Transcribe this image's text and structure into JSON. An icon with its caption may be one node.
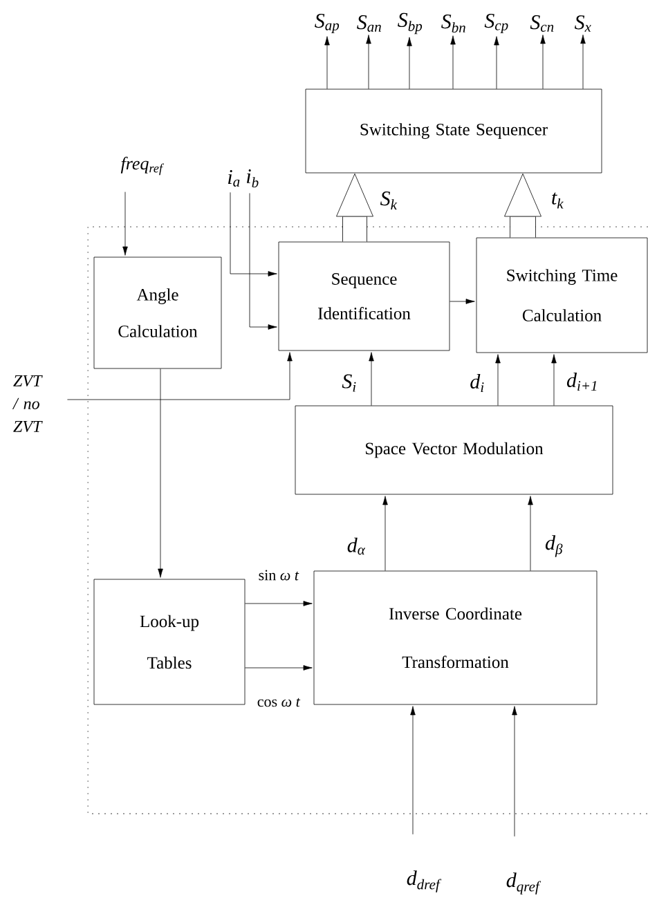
{
  "diagram": {
    "nodes": [
      {
        "text": [
          "S$_{ap}$"
        ]
      },
      {
        "text": [
          "S$_{an}$"
        ]
      },
      {
        "text": [
          "S$_{bp}$"
        ]
      },
      {
        "text": [
          "S$_{bn}$"
        ]
      },
      {
        "text": [
          "S$_{cp}$"
        ]
      },
      {
        "text": [
          "S$_{cn}$"
        ]
      },
      {
        "text": [
          "S$_{x}$"
        ]
      },
      {
        "text": [
          "Switching State Sequencer"
        ]
      },
      {
        "text": [
          "freq$_{ref}$"
        ]
      },
      {
        "text": [
          "i$_{a}$"
        ]
      },
      {
        "text": [
          "i$_{b}$"
        ]
      },
      {
        "text": [],
        "shape": "box"
      },
      {
        "text": [
          "Angle Calculation"
        ],
        "in": 11
      },
      {
        "text": [
          "Sequence Identification"
        ],
        "in": 11
      },
      {
        "text": [
          "Switching Time Calculation"
        ],
        "in": 11
      },
      {
        "text": [
          "ZVT / no ZVT"
        ]
      },
      {
        "text": [
          "Space Vector Modulation"
        ],
        "in": 11
      },
      {
        "text": [
          "Look-up Tables"
        ],
        "in": 11
      },
      {
        "text": [
          "Inverse Coordinate Transformation"
        ],
        "in": 11
      },
      {
        "text": [
          "d$_{dref}$"
        ]
      },
      {
        "text": [
          "d$_{qref}$"
        ]
      }
    ],
    "edges": [
      {
        "from": 7,
        "to": 0,
        "arrow": "to"
      },
      {
        "from": 7,
        "to": 1,
        "arrow": "to"
      },
      {
        "from": 7,
        "to": 2,
        "arrow": "to"
      },
      {
        "from": 7,
        "to": 3,
        "arrow": "to"
      },
      {
        "from": 7,
        "to": 4,
        "arrow": "to"
      },
      {
        "from": 7,
        "to": 5,
        "arrow": "to"
      },
      {
        "from": 7,
        "to": 6,
        "arrow": "to"
      },
      {
        "from": 8,
        "to": 12,
        "arrow": "to"
      },
      {
        "from": 9,
        "to": 13,
        "arrow": "to"
      },
      {
        "from": 10,
        "to": 13,
        "arrow": "to"
      },
      {
        "from": 15,
        "to": 13,
        "arrow": "to"
      },
      {
        "from": 13,
        "to": 7,
        "arrow": "to",
        "label": "S$_{k}$",
        "style": "thick"
      },
      {
        "from": 14,
        "to": 7,
        "arrow": "to",
        "label": "t$_{k}$",
        "style": "thick"
      },
      {
        "from": 13,
        "to": 14,
        "arrow": "to"
      },
      {
        "from": 16,
        "to": 13,
        "arrow": "to",
        "label": "S$_{i}$"
      },
      {
        "from": 16,
        "to": 14,
        "arrow": "to",
        "label": "d$_{i}$"
      },
      {
        "from": 16,
        "to": 14,
        "arrow": "to",
        "label": "d$_{i+1}$"
      },
      {
        "from": 12,
        "to": 17,
        "arrow": "to"
      },
      {
        "from": 18,
        "to": 16,
        "arrow": "to",
        "label": "d$_{α}$"
      },
      {
        "from": 18,
        "to": 16,
        "arrow": "to",
        "label": "d$_{β}$"
      },
      {
        "from": 17,
        "to": 18,
        "arrow": "to",
        "label": "sin *ω t*"
      },
      {
        "from": 17,
        "to": 18,
        "arrow": "to",
        "label": "cos *ω t*"
      },
      {
        "from": 19,
        "to": 18,
        "arrow": "to"
      },
      {
        "from": 20,
        "to": 18,
        "arrow": "to"
      }
    ]
  }
}
